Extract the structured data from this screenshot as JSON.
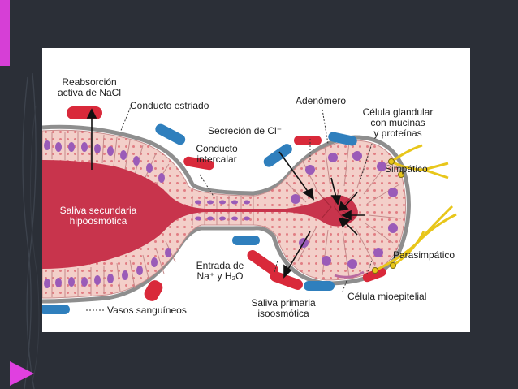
{
  "slide": {
    "accent_color": "#d63fd6",
    "background_color": "#2b2f37",
    "triangle_color": "#e040e0"
  },
  "diagram": {
    "labels": {
      "reabsorcion_l1": "Reabsorción",
      "reabsorcion_l2": "activa de NaCl",
      "conducto_estriado": "Conducto estriado",
      "adenomero": "Adenómero",
      "celula_glandular_l1": "Célula glandular",
      "celula_glandular_l2": "con mucinas",
      "celula_glandular_l3": "y proteínas",
      "secrecion": "Secreción de Cl⁻",
      "conducto_intercalar_l1": "Conducto",
      "conducto_intercalar_l2": "intercalar",
      "simpatico": "Simpático",
      "saliva_secundaria_l1": "Saliva secundaria",
      "saliva_secundaria_l2": "hipoosmótica",
      "parasimpatico": "Parasimpático",
      "entrada_l1": "Entrada de",
      "entrada_l2": "Na⁺ y H₂O",
      "celula_mioepitelial": "Célula mioepitelial",
      "saliva_primaria_l1": "Saliva primaria",
      "saliva_primaria_l2": "isoosmótica",
      "vasos": "Vasos sanguíneos"
    },
    "colors": {
      "lumen": "#c8344c",
      "epithelium": "#f3cfc9",
      "nucleus": "#9a5bb8",
      "vessel_red": "#d9293a",
      "vessel_blue": "#2f7fbd",
      "nerve": "#e8c61a",
      "membrane": "#8e8e8e"
    }
  }
}
